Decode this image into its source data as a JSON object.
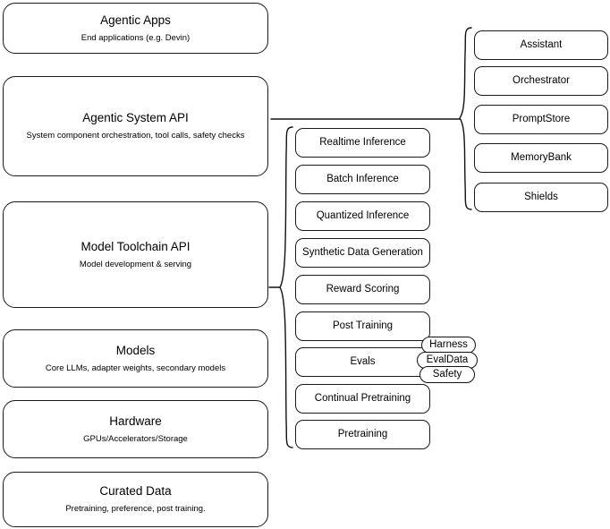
{
  "diagram": {
    "kind": "layered-architecture-stack",
    "layers": [
      {
        "title": "Agentic Apps",
        "subtitle": "End applications (e.g. Devin)"
      },
      {
        "title": "Agentic System API",
        "subtitle": "System component orchestration, tool calls, safety checks"
      },
      {
        "title": "Model Toolchain API",
        "subtitle": "Model development & serving"
      },
      {
        "title": "Models",
        "subtitle": "Core LLMs, adapter weights, secondary models"
      },
      {
        "title": "Hardware",
        "subtitle": "GPUs/Accelerators/Storage"
      },
      {
        "title": "Curated Data",
        "subtitle": "Pretraining, preference, post training."
      }
    ],
    "toolchain_capabilities": [
      {
        "label": "Realtime Inference"
      },
      {
        "label": "Batch Inference"
      },
      {
        "label": "Quantized Inference"
      },
      {
        "label": "Synthetic Data Generation"
      },
      {
        "label": "Reward Scoring"
      },
      {
        "label": "Post Training"
      },
      {
        "label": "Evals"
      },
      {
        "label": "Continual Pretraining"
      },
      {
        "label": "Pretraining"
      }
    ],
    "eval_badges": [
      {
        "label": "Harness"
      },
      {
        "label": "EvalData"
      },
      {
        "label": "Safety"
      }
    ],
    "system_components": [
      {
        "label": "Assistant"
      },
      {
        "label": "Orchestrator"
      },
      {
        "label": "PromptStore"
      },
      {
        "label": "MemoryBank"
      },
      {
        "label": "Shields"
      }
    ],
    "colors": {
      "stroke": "#111111",
      "background": "#ffffff",
      "text": "#000000"
    }
  }
}
